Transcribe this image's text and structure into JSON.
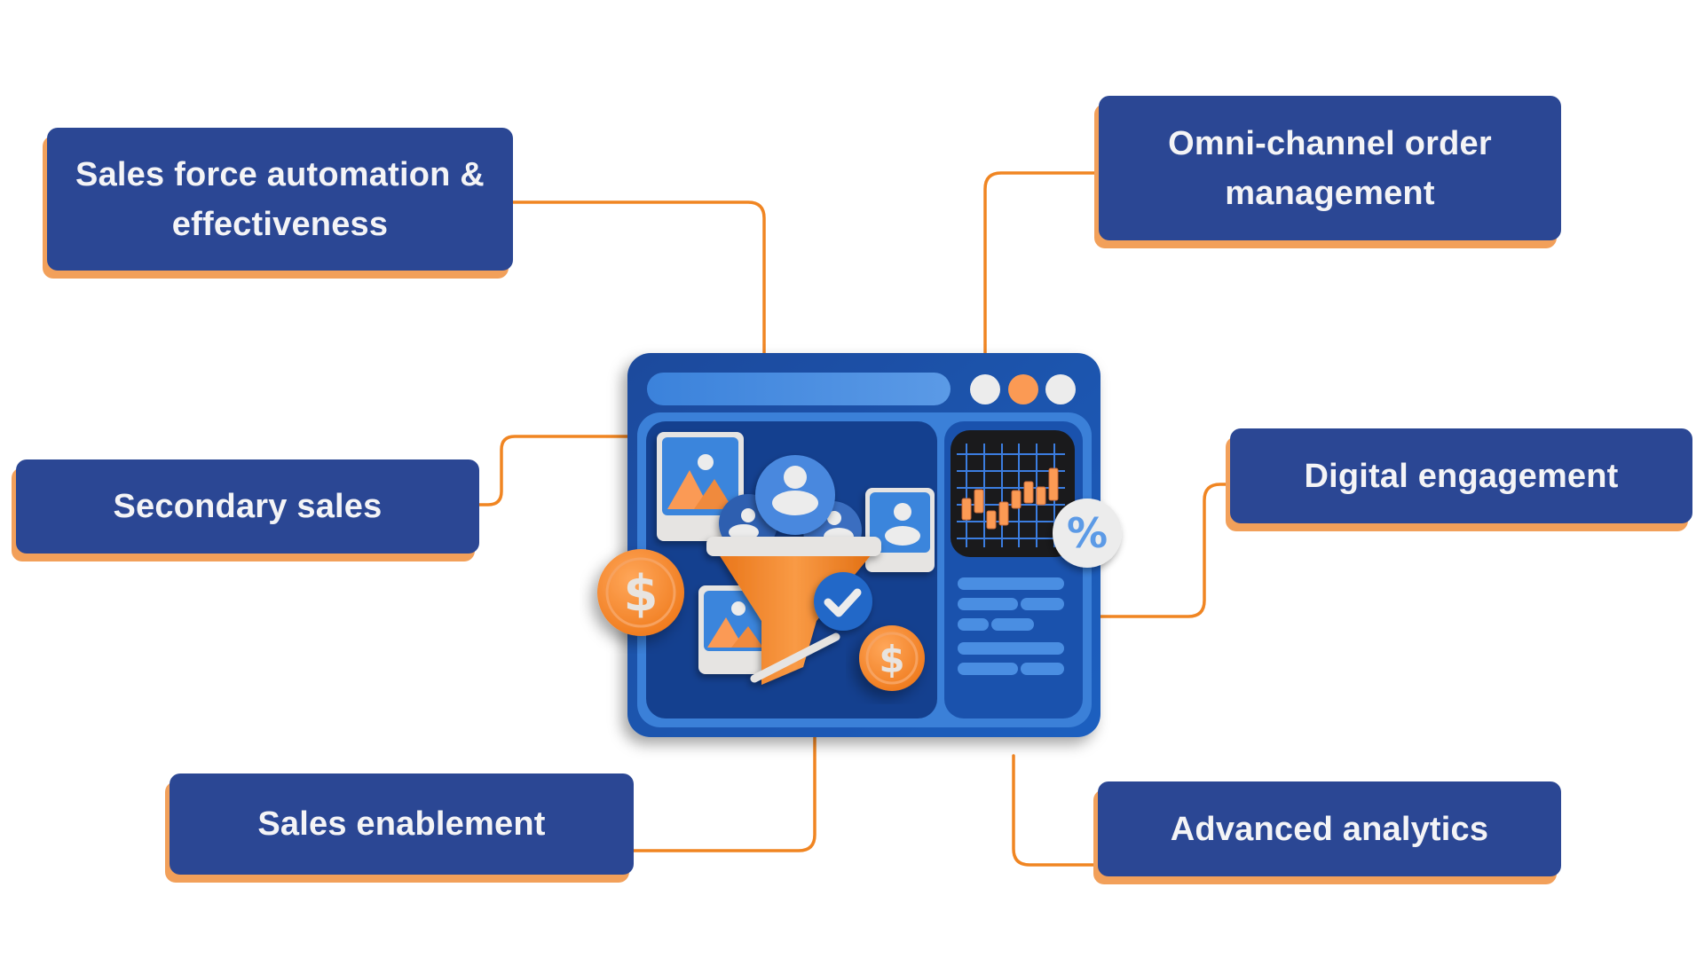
{
  "diagram": {
    "center_graphic": "sales-funnel-dashboard-illustration",
    "center_elements": {
      "window_dots": [
        "light",
        "orange",
        "light"
      ],
      "chart_type": "candlestick",
      "percent_badge": "%",
      "coin_symbol": "$"
    },
    "nodes": [
      {
        "id": "sfa",
        "label": "Sales force automation & effectiveness",
        "position": "top-left"
      },
      {
        "id": "sec",
        "label": "Secondary sales",
        "position": "middle-left"
      },
      {
        "id": "ena",
        "label": "Sales enablement",
        "position": "bottom-left"
      },
      {
        "id": "omni",
        "label": "Omni-channel order management",
        "position": "top-right"
      },
      {
        "id": "dig",
        "label": "Digital engagement",
        "position": "middle-right"
      },
      {
        "id": "adv",
        "label": "Advanced analytics",
        "position": "bottom-right"
      }
    ],
    "colors": {
      "box": "#2b4794",
      "box_shadow": "#f2a05a",
      "connector": "#f08522",
      "text": "#f4f4f6",
      "window": "#1a4fa3",
      "accent_orange": "#f58a2e"
    }
  }
}
